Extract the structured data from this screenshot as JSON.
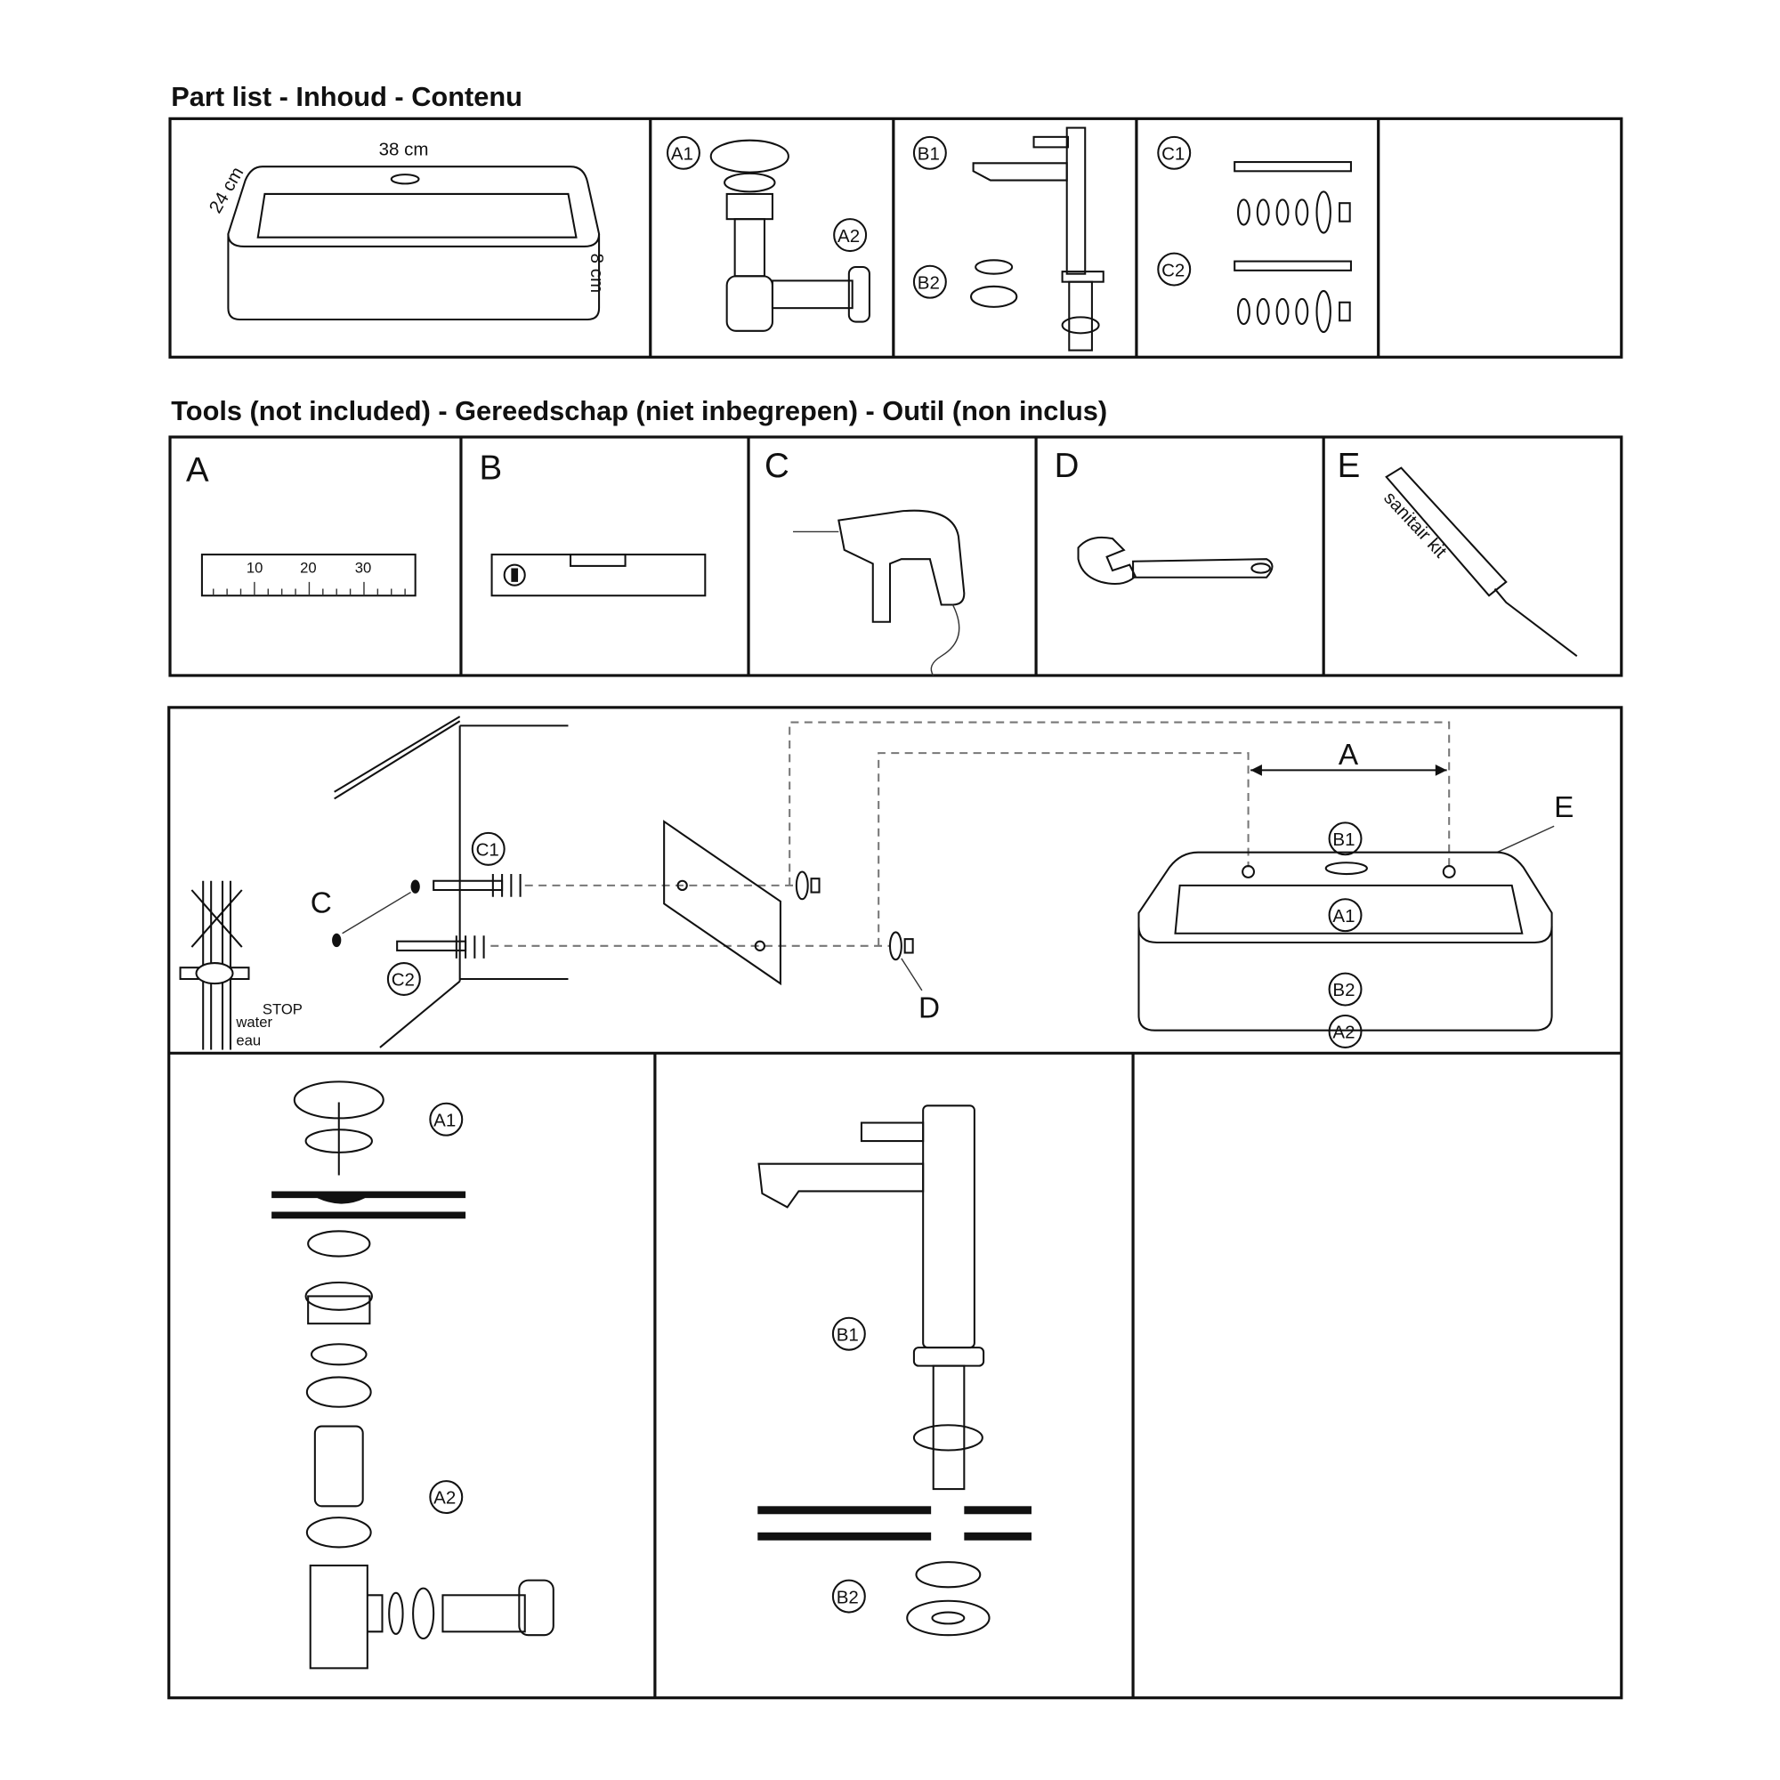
{
  "parts_section": {
    "title": "Part list - Inhoud - Contenu",
    "basin": {
      "width_label": "38 cm",
      "depth_label": "24 cm",
      "height_label": "8 cm"
    },
    "labels": {
      "a1": "A1",
      "a2": "A2",
      "b1": "B1",
      "b2": "B2",
      "c1": "C1",
      "c2": "C2"
    }
  },
  "tools_section": {
    "title": "Tools (not included) - Gereedschap (niet inbegrepen) -  Outil (non inclus)",
    "tools": [
      {
        "letter": "A",
        "name": "ruler",
        "ticks": [
          "10",
          "20",
          "30"
        ]
      },
      {
        "letter": "B",
        "name": "spirit-level"
      },
      {
        "letter": "C",
        "name": "drill"
      },
      {
        "letter": "D",
        "name": "wrench"
      },
      {
        "letter": "E",
        "name": "sealant",
        "text": "sanitair kit"
      }
    ]
  },
  "mounting_diagram": {
    "c1": "C1",
    "c2": "C2",
    "drill": "C",
    "distance": "A",
    "sealant": "E",
    "b1": "B1",
    "a1": "A1",
    "b2": "B2",
    "a2": "A2",
    "wrench": "D",
    "stop": "STOP",
    "water": "water",
    "eau": "eau"
  },
  "assembly": {
    "a1": "A1",
    "a2": "A2",
    "b1": "B1",
    "b2": "B2"
  }
}
